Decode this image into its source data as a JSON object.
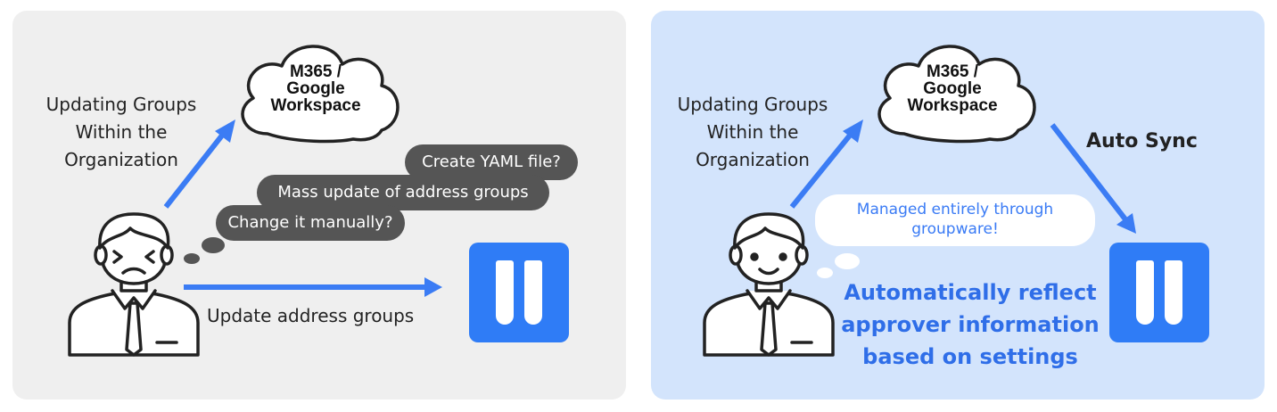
{
  "colors": {
    "left_panel_bg": "#efefef",
    "right_panel_bg": "#d3e4fc",
    "arrow_blue": "#3b7cf4",
    "bubble_dark": "#555555",
    "highlight_text": "#2f6ee8",
    "app_blue": "#2f7cf6"
  },
  "icons": {
    "cloud": "cloud-icon",
    "person_stressed": "stressed-person-icon",
    "person_calm": "calm-person-icon",
    "app": "app-logo-icon"
  },
  "left": {
    "cloud_line1": "M365 /",
    "cloud_line2": "Google",
    "cloud_line3": "Workspace",
    "updating_line1": "Updating Groups",
    "updating_line2": "Within the",
    "updating_line3": "Organization",
    "bubbles": [
      "Create YAML file?",
      "Mass update of address groups",
      "Change it manually?"
    ],
    "update_address_groups": "Update address groups"
  },
  "right": {
    "cloud_line1": "M365 /",
    "cloud_line2": "Google",
    "cloud_line3": "Workspace",
    "updating_line1": "Updating Groups",
    "updating_line2": "Within the",
    "updating_line3": "Organization",
    "auto_sync": "Auto Sync",
    "bubble_line1": "Managed entirely through",
    "bubble_line2": "groupware!",
    "highlight_line1": "Automatically reflect",
    "highlight_line2": "approver information",
    "highlight_line3": "based on settings"
  }
}
